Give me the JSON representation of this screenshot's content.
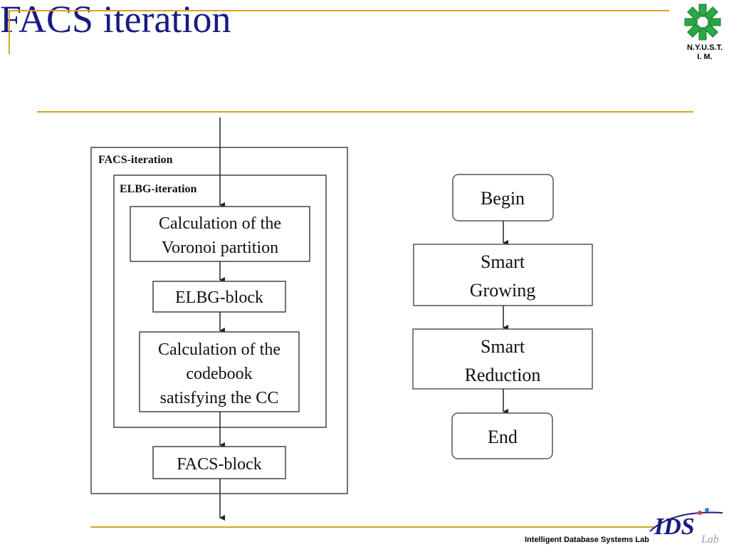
{
  "slide": {
    "title": "FACS iteration"
  },
  "logo": {
    "line1": "N.Y.U.S.T.",
    "line2": "I. M."
  },
  "footer": {
    "lab": "Intelligent Database Systems Lab",
    "logo_text": "IDS",
    "logo_sub": "Lab"
  },
  "left_diagram": {
    "outer_label": "FACS-iteration",
    "inner_label": "ELBG-iteration",
    "box1": [
      "Calculation of the",
      "Voronoi partition"
    ],
    "box2": [
      "ELBG-block"
    ],
    "box3": [
      "Calculation of the",
      "codebook",
      "satisfying the CC"
    ],
    "box4": [
      "FACS-block"
    ]
  },
  "right_diagram": {
    "begin": [
      "Begin"
    ],
    "growing": [
      "Smart",
      "Growing"
    ],
    "reduction": [
      "Smart",
      "Reduction"
    ],
    "end": [
      "End"
    ]
  },
  "colors": {
    "title": "#1a1a80",
    "accent_line": "#d4a520",
    "logo_green": "#2aa845"
  }
}
